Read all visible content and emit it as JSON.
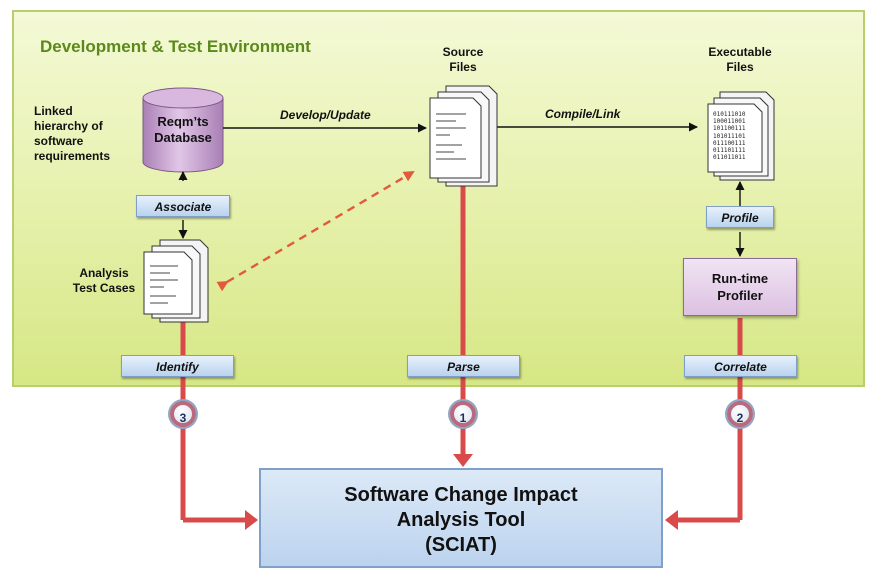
{
  "environment": {
    "title": "Development & Test Environment"
  },
  "labels": {
    "linked_hierarchy": [
      "Linked",
      "hierarchy of",
      "software",
      "requirements"
    ],
    "database": [
      "Reqm’ts",
      "Database"
    ],
    "source_files": [
      "Source",
      "Files"
    ],
    "executable_files": [
      "Executable",
      "Files"
    ],
    "analysis_test_cases": [
      "Analysis",
      "Test Cases"
    ]
  },
  "edges": {
    "develop_update": "Develop/Update",
    "compile_link": "Compile/Link"
  },
  "tags": {
    "associate": "Associate",
    "identify": "Identify",
    "parse": "Parse",
    "correlate": "Correlate",
    "profile": "Profile"
  },
  "profiler": [
    "Run-time",
    "Profiler"
  ],
  "steps": {
    "parse": "1",
    "correlate": "2",
    "identify": "3"
  },
  "tool": [
    "Software Change Impact",
    "Analysis Tool",
    "(SCIAT)"
  ],
  "binary_lines": [
    "010111010",
    "100011001",
    "101100111",
    "101011101",
    "011100111",
    "011101111",
    "011011011"
  ],
  "colors": {
    "environment_fill": "#e5f0a9",
    "environment_title": "#5b8a1c",
    "database_fill": "#c69bd0",
    "tag_fill": "#b9d3ee",
    "profiler_fill": "#dcc1e2",
    "tool_fill": "#bcd3ee",
    "red_connector": "#d94a4a",
    "step_ring": "#b96a7c"
  }
}
